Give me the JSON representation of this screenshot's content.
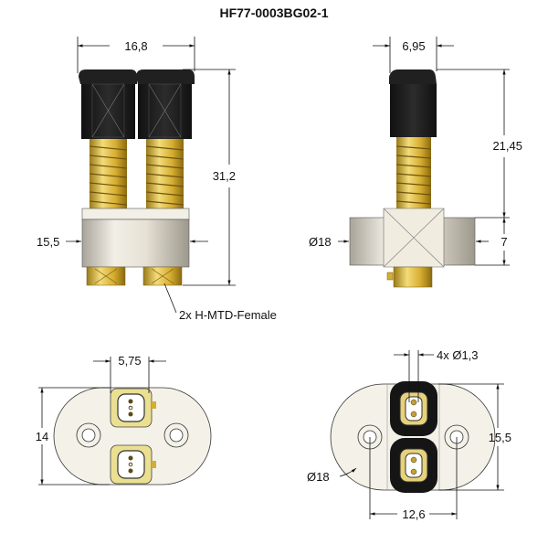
{
  "title": "HF77-0003BG02-1",
  "views": {
    "front": {
      "width_dim": "16,8",
      "height_dim": "31,2",
      "body_dim": "15,5",
      "callout": "2x H-MTD-Female"
    },
    "side": {
      "width_dim": "6,95",
      "height_dim": "21,45",
      "flange_dim": "7",
      "diameter_dim": "Ø18"
    },
    "bottom_left": {
      "pitch_dim": "5,75",
      "height_dim": "14"
    },
    "bottom_right": {
      "hole_dim": "4x Ø1,3",
      "height_dim": "15,5",
      "width_dim": "12,6",
      "diameter_dim": "Ø18"
    }
  },
  "colors": {
    "cap": "#1e1e1e",
    "spring": "#d8b030",
    "body": "#e8e4d8",
    "connector": "#e9d77a",
    "line": "#111111"
  }
}
